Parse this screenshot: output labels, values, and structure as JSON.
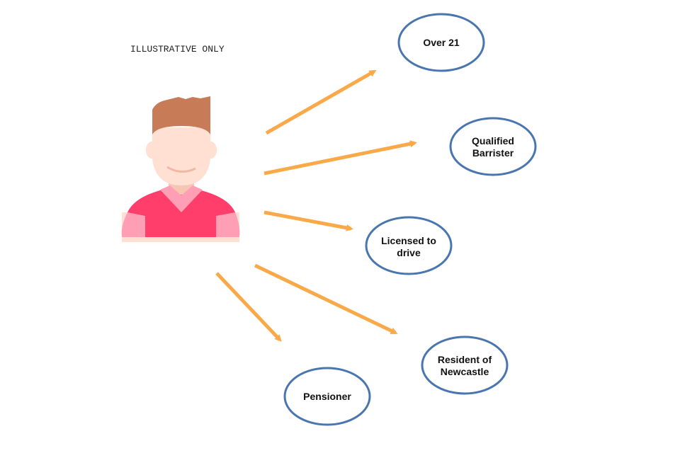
{
  "note": "ILLUSTRATIVE ONLY",
  "colors": {
    "arrow": "#F9A948",
    "ellipse_stroke": "#4A76B0",
    "shirt": "#FF3E6B",
    "hair": "#C77B57",
    "skin": "#FFE0D3"
  },
  "attributes": [
    {
      "line1": "Over 21",
      "line2": ""
    },
    {
      "line1": "Qualified",
      "line2": "Barrister"
    },
    {
      "line1": "Licensed to",
      "line2": "drive"
    },
    {
      "line1": "Resident of",
      "line2": "Newcastle"
    },
    {
      "line1": "Pensioner",
      "line2": ""
    }
  ]
}
